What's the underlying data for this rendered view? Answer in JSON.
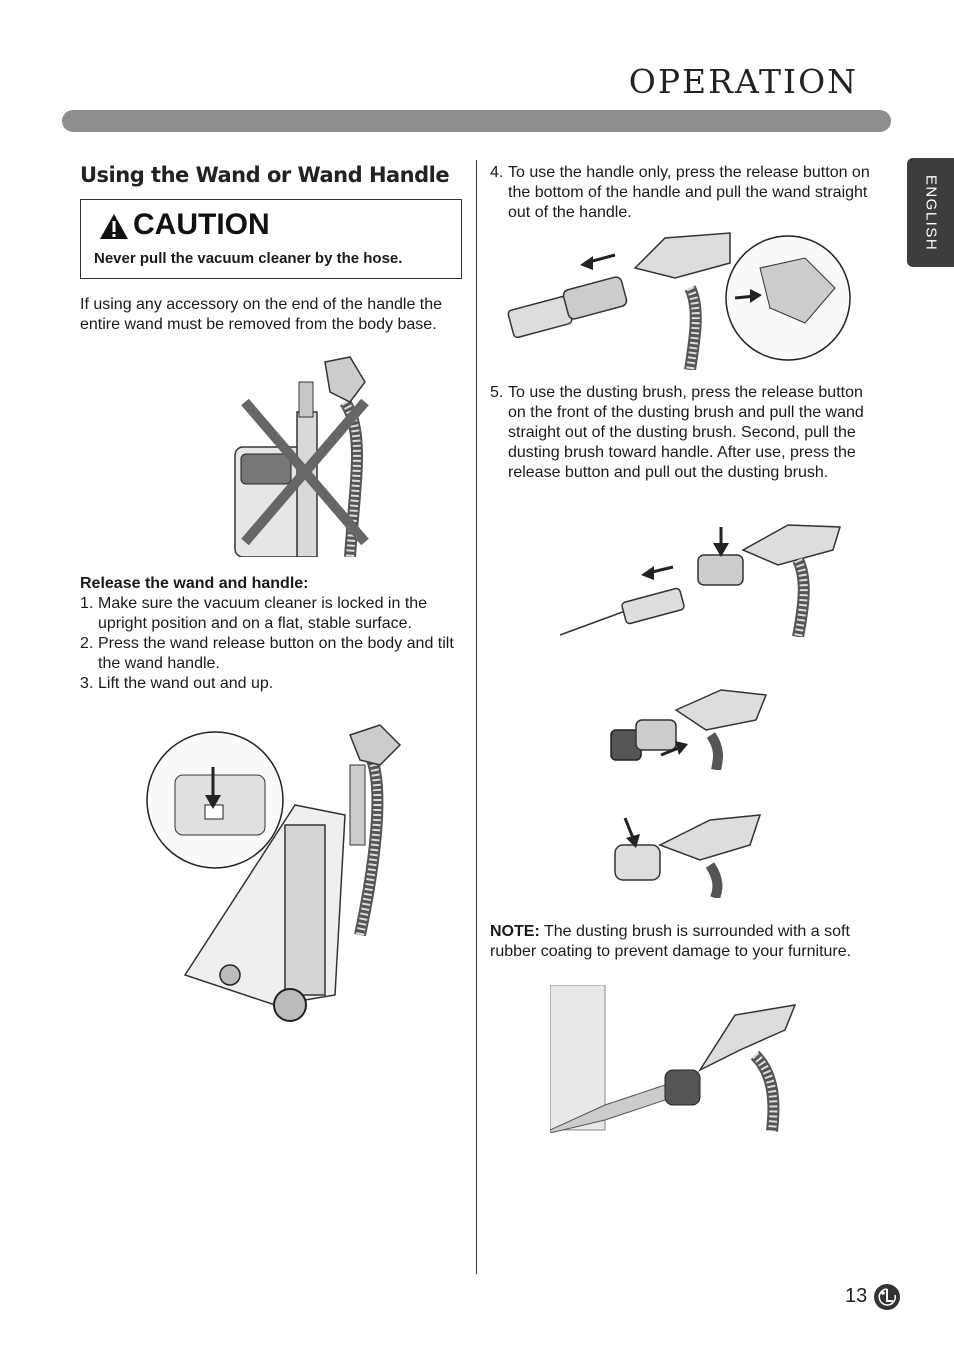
{
  "header": {
    "title": "OPERATION"
  },
  "side_tab": {
    "label": "ENGLISH"
  },
  "left": {
    "heading": "Using the Wand or Wand Handle",
    "caution": {
      "title": "CAUTION",
      "text": "Never pull the vacuum cleaner by the hose."
    },
    "intro": "If using any accessory on the end of the handle the entire wand must be removed from the body base.",
    "release_heading": "Release the wand and handle:",
    "steps": [
      {
        "num": "1.",
        "text": "Make sure the vacuum cleaner is locked in the upright position and on a flat, stable surface."
      },
      {
        "num": "2.",
        "text": "Press the wand release button on the body and tilt the wand handle."
      },
      {
        "num": "3.",
        "text": "Lift the wand out and up."
      }
    ]
  },
  "right": {
    "step4": {
      "num": "4.",
      "text": "To use the handle only, press the release button on the bottom of the handle and pull the wand straight out of the handle."
    },
    "step5": {
      "num": "5.",
      "text": "To use the dusting brush, press the release button on the front of the dusting brush and pull the wand straight out of the dusting brush. Second, pull the dusting brush toward handle. After use, press the release button and pull out the dusting brush."
    },
    "note": {
      "label": "NOTE:",
      "text": " The dusting brush is surrounded with a soft rubber coating to prevent damage to your furniture."
    }
  },
  "footer": {
    "page_number": "13",
    "logo": "LG"
  }
}
